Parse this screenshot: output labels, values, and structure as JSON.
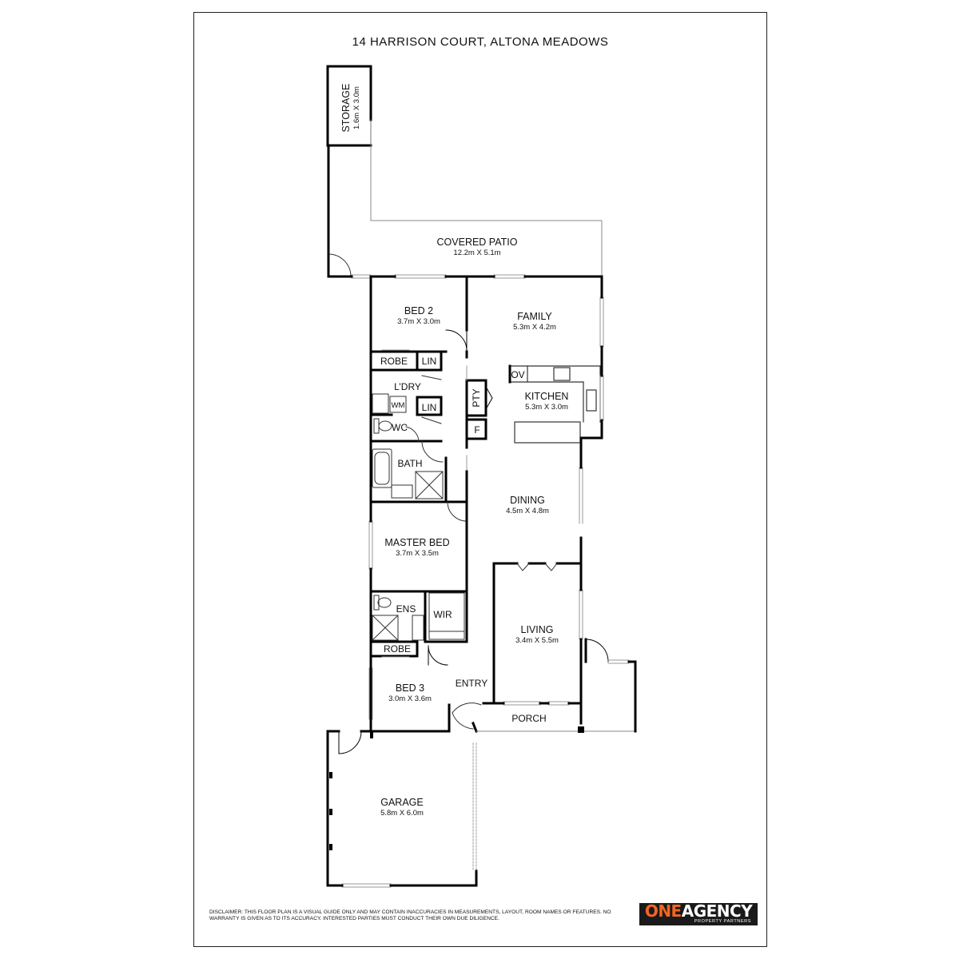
{
  "header": {
    "address": "14 HARRISON COURT, ALTONA MEADOWS"
  },
  "rooms": {
    "storage": {
      "name": "STORAGE",
      "dim": "1.6m X 3.0m"
    },
    "covered_patio": {
      "name": "COVERED PATIO",
      "dim": "12.2m X 5.1m"
    },
    "bed2": {
      "name": "BED 2",
      "dim": "3.7m X 3.0m"
    },
    "family": {
      "name": "FAMILY",
      "dim": "5.3m X 4.2m"
    },
    "kitchen": {
      "name": "KITCHEN",
      "dim": "5.3m X 3.0m"
    },
    "dining": {
      "name": "DINING",
      "dim": "4.5m X 4.8m"
    },
    "master_bed": {
      "name": "MASTER BED",
      "dim": "3.7m X 3.5m"
    },
    "living": {
      "name": "LIVING",
      "dim": "3.4m X 5.5m"
    },
    "bed3": {
      "name": "BED 3",
      "dim": "3.0m X 3.6m"
    },
    "garage": {
      "name": "GARAGE",
      "dim": "5.8m X 6.0m"
    }
  },
  "labels": {
    "robe_upper": "ROBE",
    "lin_upper": "LIN",
    "laundry": "L’DRY",
    "wm": "WM",
    "lin_lower": "LIN",
    "wc": "WC",
    "bath": "BATH",
    "pty": "PTY",
    "ov": "OV",
    "f": "F",
    "ens": "ENS",
    "wir": "WIR",
    "robe_lower": "ROBE",
    "entry": "ENTRY",
    "porch": "PORCH"
  },
  "footer": {
    "disclaimer": "DISCLAIMER: THIS FLOOR PLAN IS A VISUAL GUIDE ONLY AND MAY CONTAIN INACCURACIES IN MEASUREMENTS, LAYOUT, ROOM NAMES OR FEATURES. NO WARRANTY IS GIVEN AS TO ITS ACCURACY. INTERESTED PARTIES MUST CONDUCT THEIR OWN DUE DILIGENCE.",
    "logo_one": "ONE",
    "logo_agency": "AGENCY",
    "logo_sub": "PROPERTY PARTNERS"
  }
}
